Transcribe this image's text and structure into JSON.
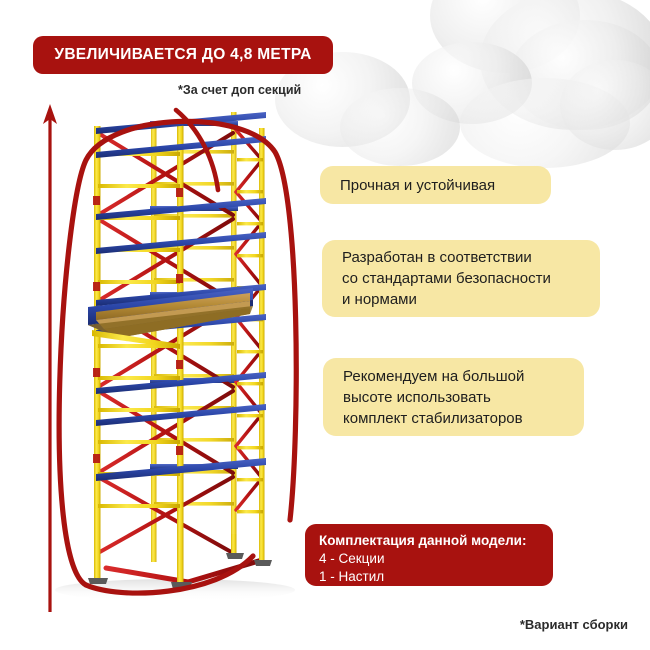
{
  "banner": {
    "text": "УВЕЛИЧИВАЕТСЯ ДО 4,8 МЕТРА",
    "color": "#A8120F"
  },
  "notes": {
    "sections_footnote": "*За счет доп секций",
    "assembly_footnote": "*Вариант сборки"
  },
  "feature_cards": [
    {
      "id": "card-1",
      "color": "#F7E7A4",
      "lines": [
        "Прочная и устойчивая"
      ]
    },
    {
      "id": "card-2",
      "color": "#F7E7A4",
      "lines": [
        "Разработан в соответствии",
        "со стандартами безопасности",
        "и нормами"
      ]
    },
    {
      "id": "card-3",
      "color": "#F7E7A4",
      "lines": [
        "Рекомендуем на большой",
        "высоте использовать",
        "комплект стабилизаторов"
      ]
    }
  ],
  "spec_card": {
    "color": "#A8120F",
    "title": "Комплектация данной модели:",
    "lines": [
      "4 - Секции",
      "1  - Настил"
    ]
  },
  "product": {
    "name": "scaffolding-tower",
    "frame_color": "#F2D61E",
    "rail_color": "#2B46A8",
    "brace_color": "#B31212",
    "deck_color": "#B58B36",
    "foot_color": "#5a5a5a",
    "highlight_outline_color": "#A8120F",
    "arrow_color": "#A8120F",
    "height_label": "4,8"
  }
}
